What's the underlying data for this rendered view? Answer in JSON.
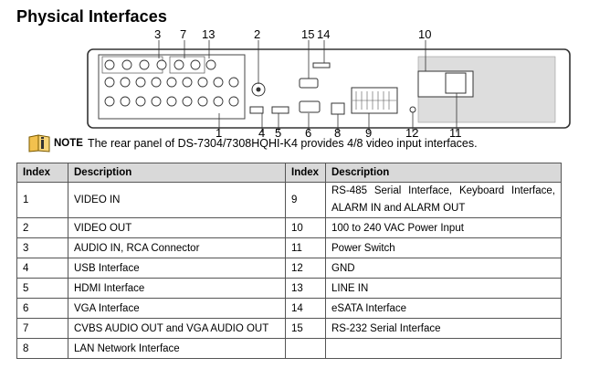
{
  "title": "Physical Interfaces",
  "diagram": {
    "callouts_top": [
      "3",
      "7",
      "13",
      "2",
      "15",
      "14",
      "10"
    ],
    "callouts_bottom": [
      "1",
      "4",
      "5",
      "6",
      "8",
      "9",
      "12",
      "11"
    ]
  },
  "note": {
    "label": "NOTE",
    "text": "The rear panel of DS-7304/7308HQHI-K4 provides 4/8 video input interfaces."
  },
  "table": {
    "headers": [
      "Index",
      "Description",
      "Index",
      "Description"
    ],
    "rows": [
      [
        "1",
        "VIDEO IN",
        "9",
        "RS-485 Serial Interface, Keyboard Interface, ALARM IN and ALARM OUT"
      ],
      [
        "2",
        "VIDEO OUT",
        "10",
        "100 to 240 VAC Power Input"
      ],
      [
        "3",
        "AUDIO IN, RCA Connector",
        "11",
        "Power Switch"
      ],
      [
        "4",
        "USB Interface",
        "12",
        "GND"
      ],
      [
        "5",
        "HDMI Interface",
        "13",
        "LINE IN"
      ],
      [
        "6",
        "VGA Interface",
        "14",
        "eSATA Interface"
      ],
      [
        "7",
        "CVBS AUDIO OUT and VGA AUDIO OUT",
        "15",
        "RS-232 Serial Interface"
      ],
      [
        "8",
        "LAN Network Interface",
        "",
        ""
      ]
    ]
  }
}
